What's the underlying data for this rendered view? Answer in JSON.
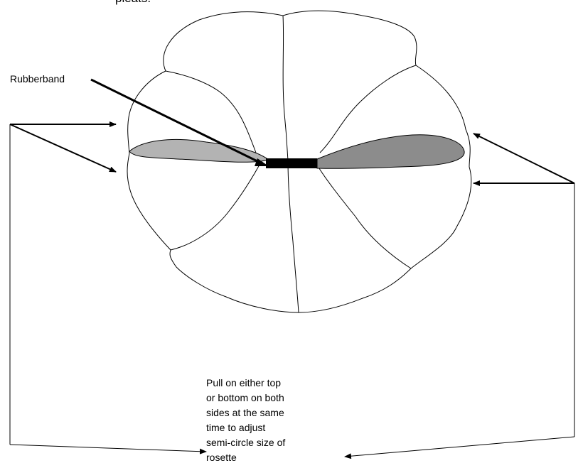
{
  "colors": {
    "outline": "#000000",
    "left_petal_fill": "#b3b3b3",
    "right_petal_fill": "#8c8c8c",
    "rubberband_fill": "#000000",
    "background": "#ffffff"
  },
  "labels": {
    "top_cut_text": "pleats.",
    "rubberband": "Rubberband",
    "instructions_lines": [
      "Pull on either top",
      "or bottom on both",
      "sides at the same",
      "time to adjust",
      "semi-circle size of",
      "rosette"
    ]
  }
}
